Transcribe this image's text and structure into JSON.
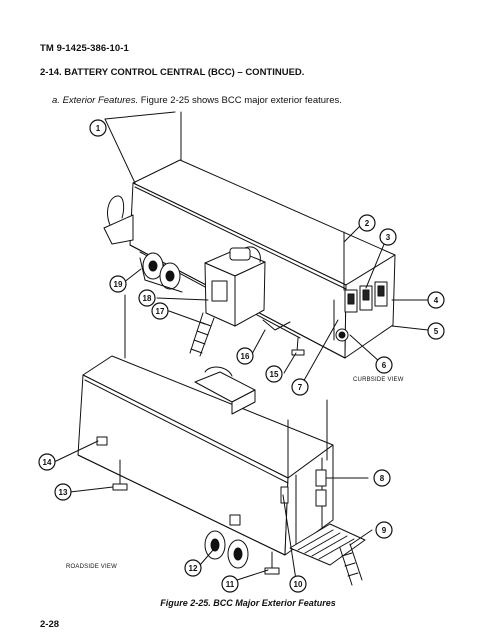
{
  "header": {
    "doc_id": "TM 9-1425-386-10-1",
    "section_title": "2-14. BATTERY CONTROL CENTRAL (BCC) – CONTINUED."
  },
  "intro": {
    "label": "a.",
    "term": "Exterior Features.",
    "text": "Figure 2-25 shows BCC major exterior features."
  },
  "figure": {
    "curbside_label": "CURBSIDE VIEW",
    "roadside_label": "ROADSIDE VIEW",
    "callouts": [
      "1",
      "2",
      "3",
      "4",
      "5",
      "6",
      "7",
      "8",
      "9",
      "10",
      "11",
      "12",
      "13",
      "14",
      "15",
      "16",
      "17",
      "18",
      "19"
    ],
    "caption": "Figure 2-25. BCC Major Exterior Features"
  },
  "footer": {
    "page_number": "2-28"
  }
}
